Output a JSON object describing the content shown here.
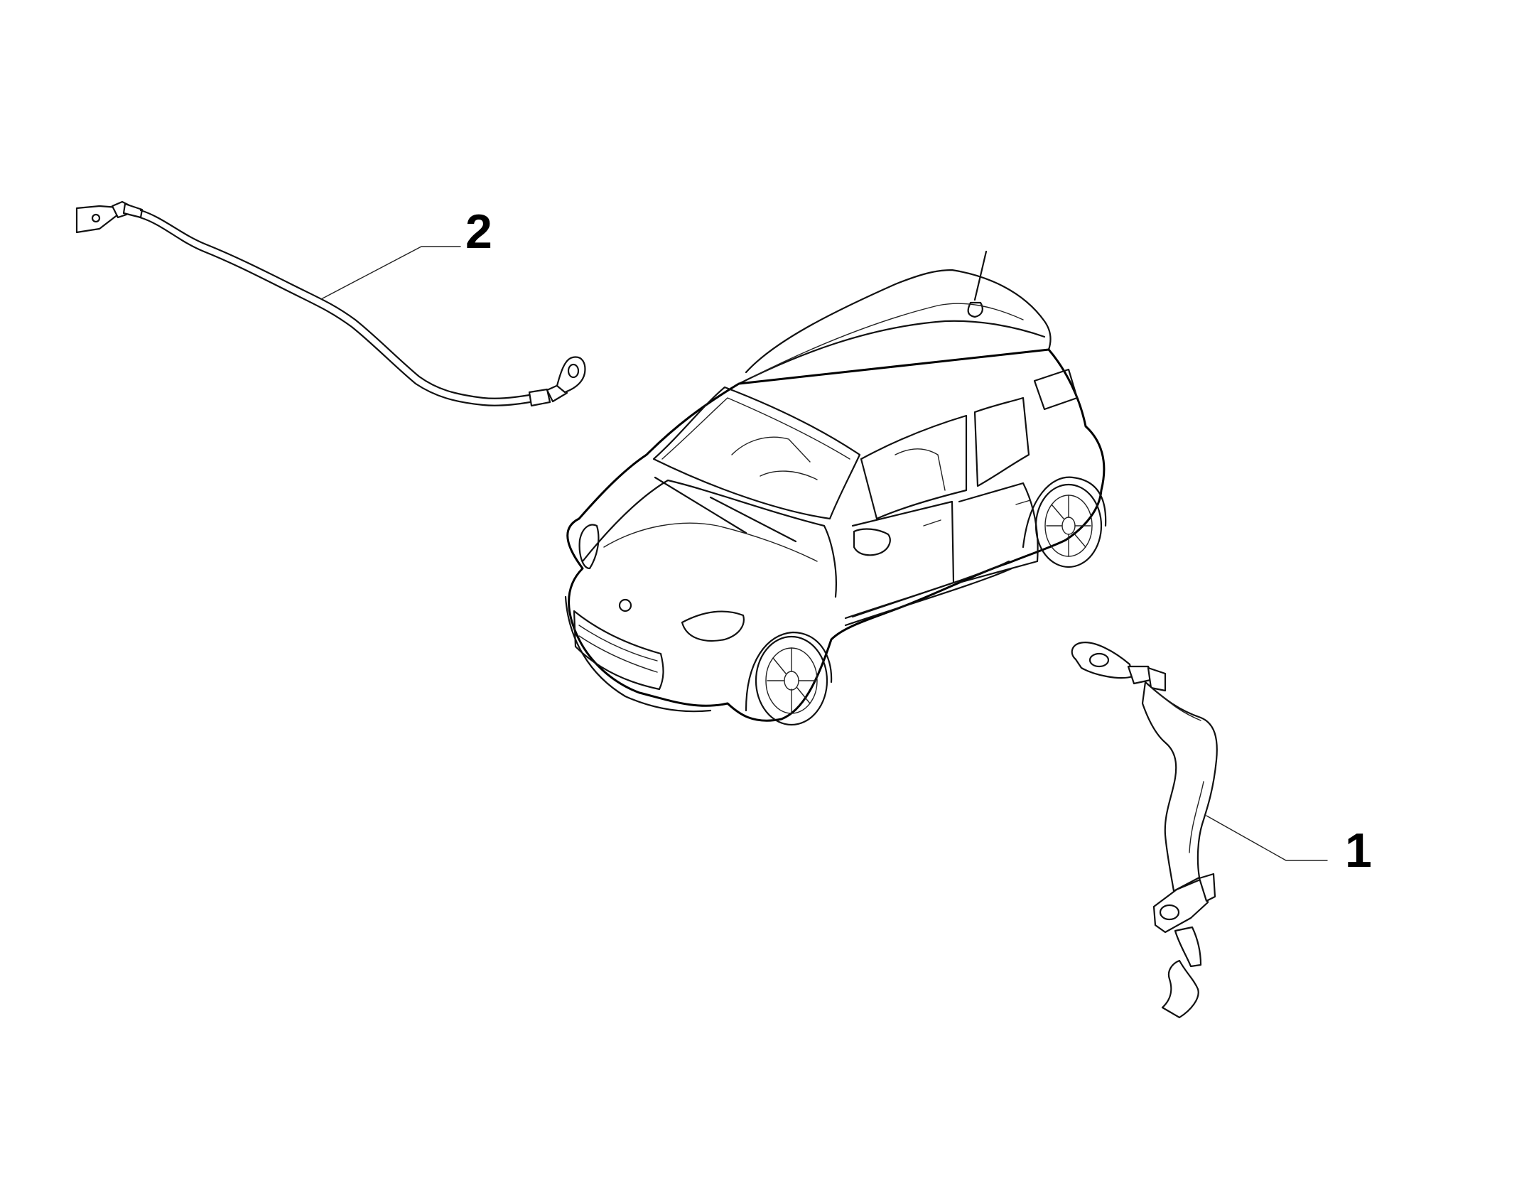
{
  "callouts": [
    {
      "id": "1",
      "label": "1"
    },
    {
      "id": "2",
      "label": "2"
    }
  ],
  "parts": [
    {
      "callout": "1",
      "name": "battery-ground-strap"
    },
    {
      "callout": "2",
      "name": "ground-cable"
    }
  ],
  "colors": {
    "line": "#000000",
    "background": "#ffffff"
  }
}
